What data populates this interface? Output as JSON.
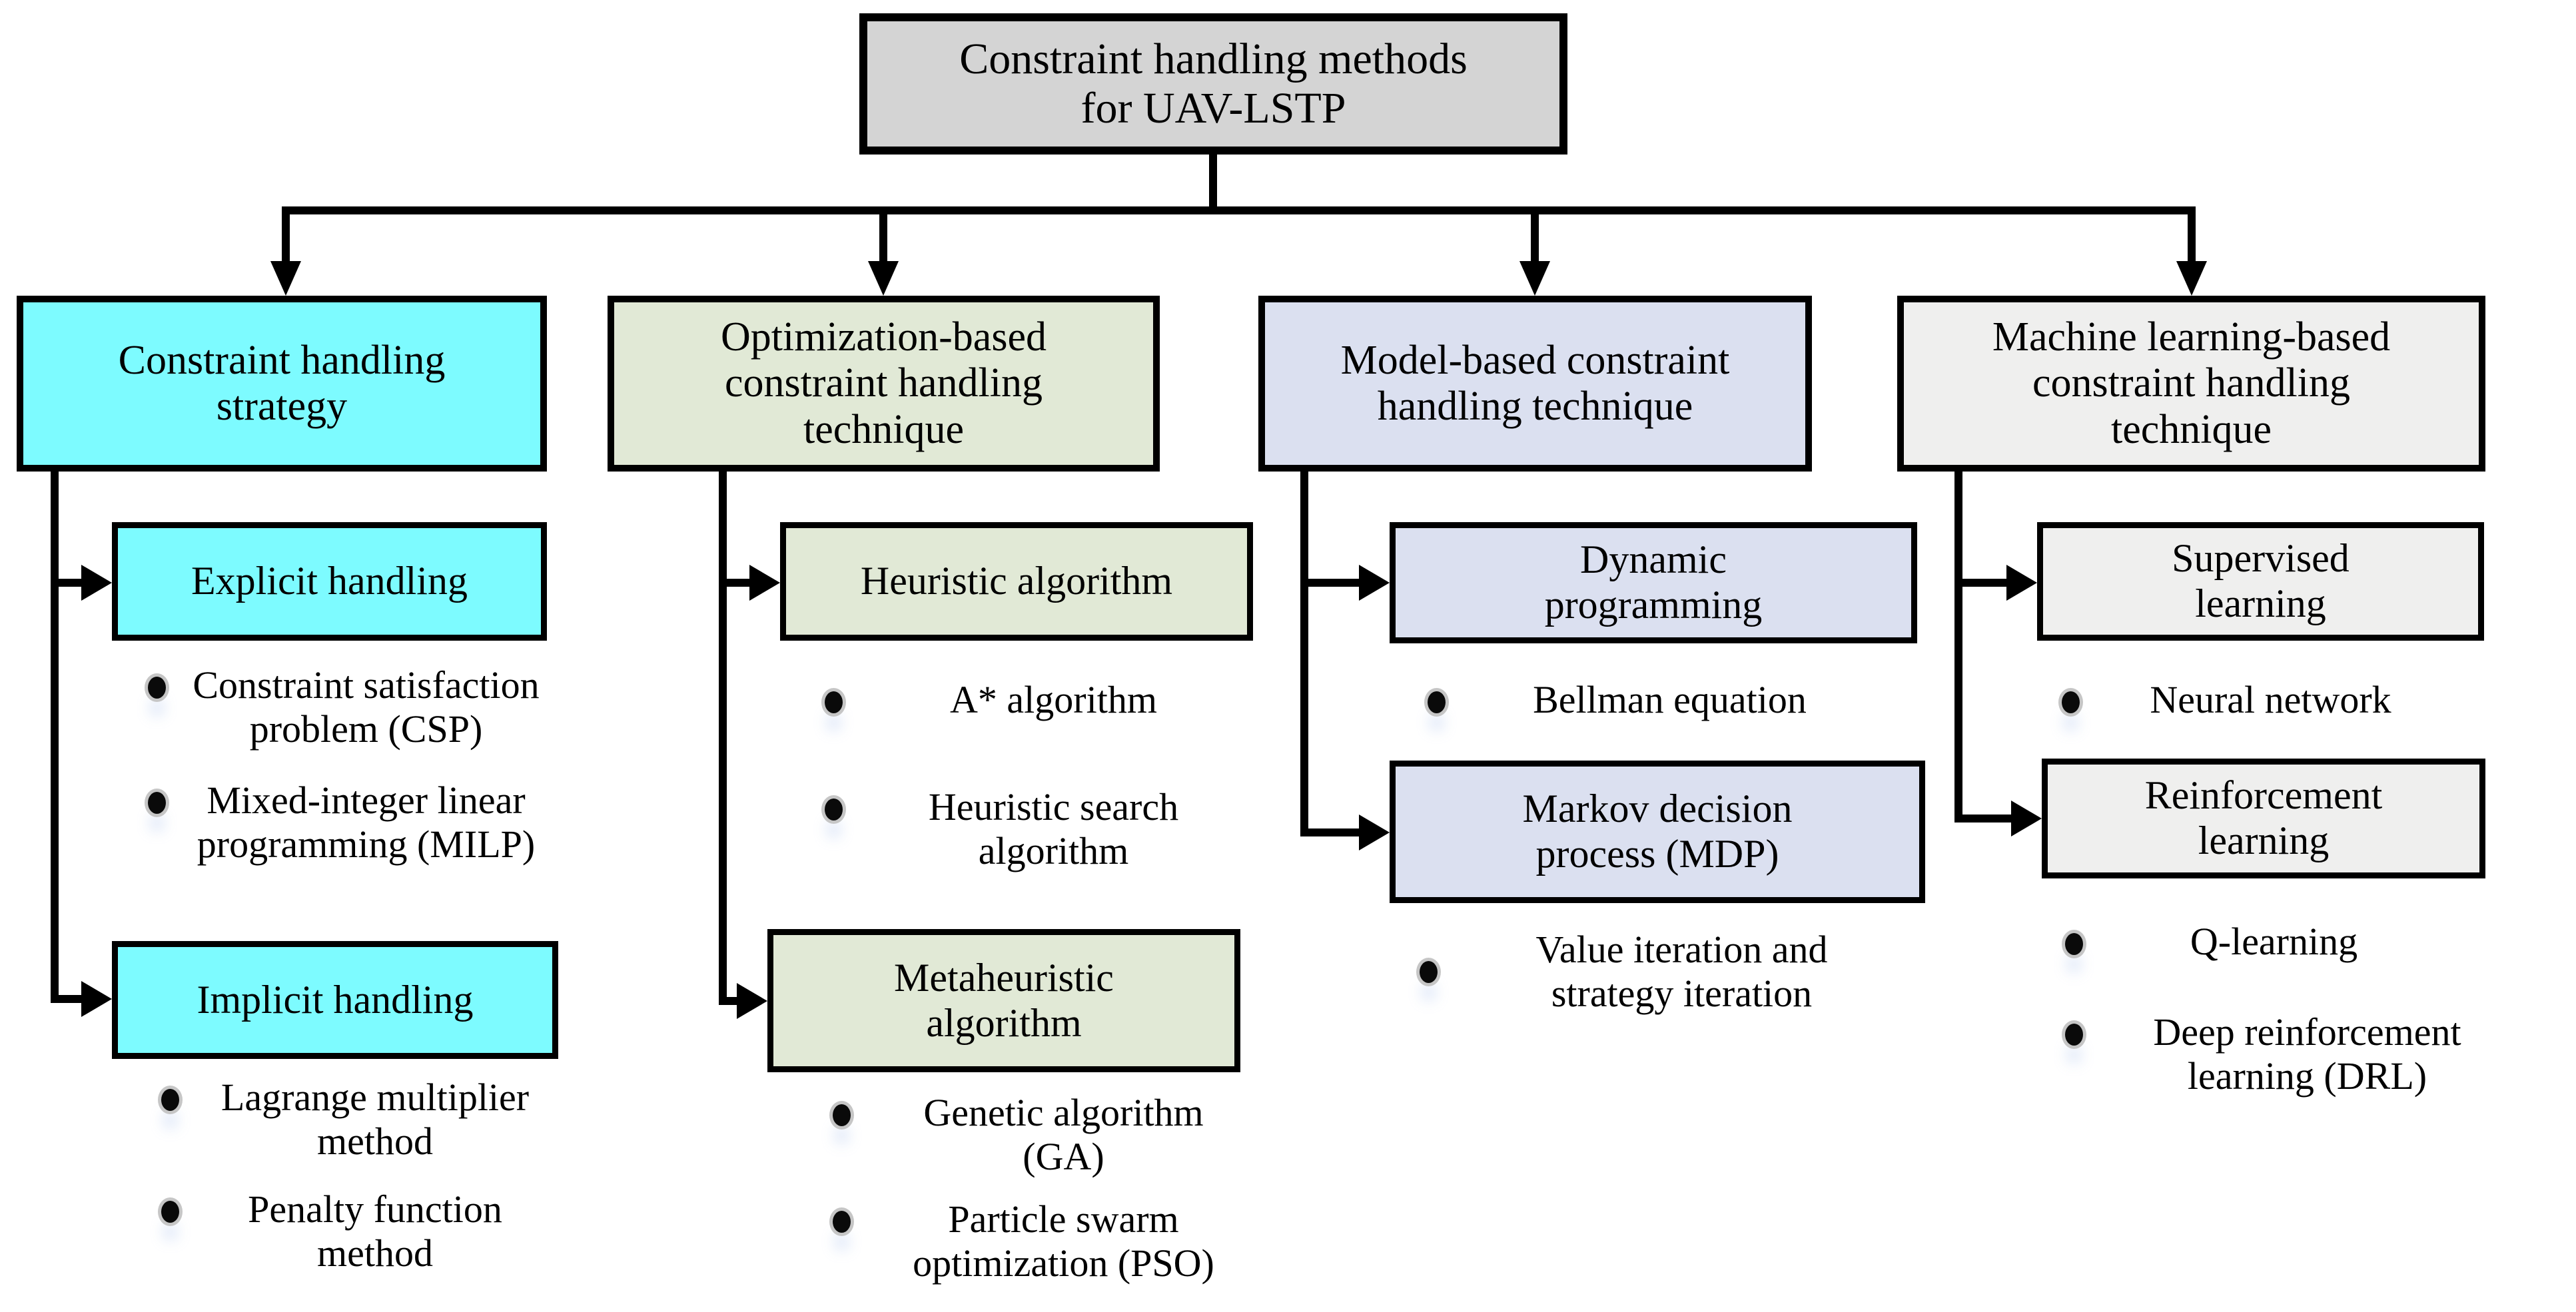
{
  "title": {
    "label": [
      "Constraint handling methods",
      "for UAV-LSTP"
    ],
    "color": "#D4D4D4"
  },
  "columns": [
    {
      "header": {
        "label": [
          "Constraint handling",
          "strategy"
        ],
        "color": "#7DFBFF"
      },
      "children": [
        {
          "box": [
            "Explicit handling"
          ],
          "bullets": [
            [
              "Constraint satisfaction",
              "problem (CSP)"
            ],
            [
              "Mixed-integer linear",
              "programming (MILP)"
            ]
          ]
        },
        {
          "box": [
            "Implicit handling"
          ],
          "bullets": [
            [
              "Lagrange multiplier",
              "method"
            ],
            [
              "Penalty function",
              "method"
            ]
          ]
        }
      ]
    },
    {
      "header": {
        "label": [
          "Optimization-based",
          "constraint handling",
          "technique"
        ],
        "color": "#E1E9D6"
      },
      "children": [
        {
          "box": [
            "Heuristic algorithm"
          ],
          "bullets": [
            [
              "A* algorithm"
            ],
            [
              "Heuristic search",
              "algorithm"
            ]
          ]
        },
        {
          "box": [
            "Metaheuristic",
            "algorithm"
          ],
          "bullets": [
            [
              "Genetic algorithm",
              "(GA)"
            ],
            [
              "Particle swarm",
              "optimization (PSO)"
            ]
          ]
        }
      ]
    },
    {
      "header": {
        "label": [
          "Model-based constraint",
          "handling technique"
        ],
        "color": "#DBE0F0"
      },
      "children": [
        {
          "box": [
            "Dynamic",
            "programming"
          ],
          "bullets": [
            [
              "Bellman equation"
            ]
          ]
        },
        {
          "box": [
            "Markov decision",
            "process (MDP)"
          ],
          "bullets": [
            [
              "Value iteration and",
              "strategy iteration"
            ]
          ]
        }
      ]
    },
    {
      "header": {
        "label": [
          "Machine learning-based",
          "constraint handling",
          "technique"
        ],
        "color": "#EFEFEE"
      },
      "children": [
        {
          "box": [
            "Supervised",
            "learning"
          ],
          "bullets": [
            [
              "Neural network"
            ]
          ]
        },
        {
          "box": [
            "Reinforcement",
            "learning"
          ],
          "bullets": [
            [
              "Q-learning"
            ],
            [
              "Deep reinforcement",
              "learning (DRL)"
            ]
          ]
        }
      ]
    }
  ]
}
